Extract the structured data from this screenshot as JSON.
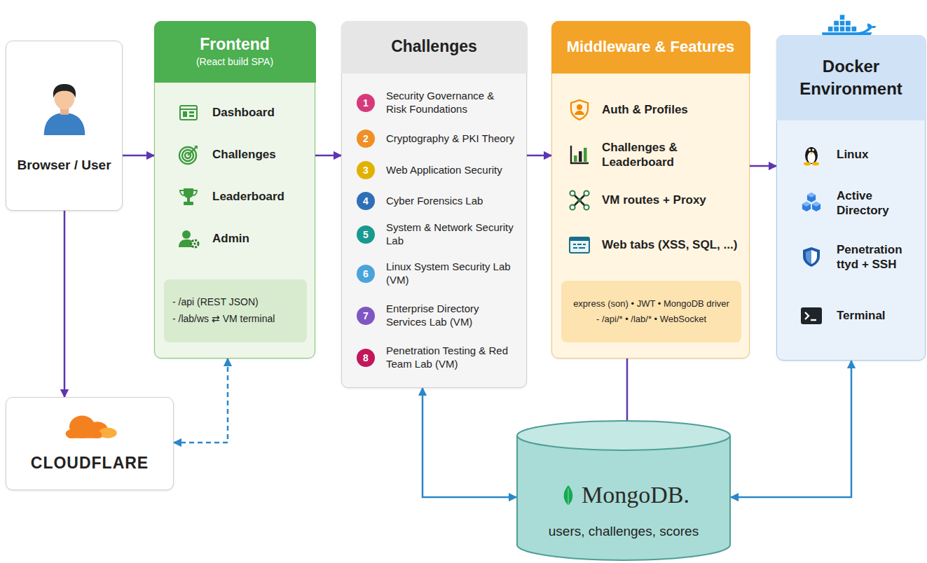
{
  "diagram": {
    "nodes": [
      {
        "text": [
          "Browser / User"
        ]
      },
      {
        "text": [
          "Frontend",
          "(React build SPA)",
          "Dashboard",
          "Challenges",
          "Leaderboard",
          "Admin"
        ]
      },
      {
        "text": [
          "- /api (REST JSON)",
          "- /lab/ws ⇄ VM terminal"
        ],
        "in": 1
      },
      {
        "text": [
          "Challenges",
          "Security Governance & Risk Foundations",
          "Cryptography & PKI Theory",
          "Web Application Security",
          "Cyber Forensics Lab",
          "System & Network Security Lab",
          "Linux System Security Lab (VM)",
          "Enterprise Directory Services Lab (VM)",
          "Penetration Testing & Red Team Lab (VM)"
        ]
      },
      {
        "text": [
          "1"
        ],
        "in": 3
      },
      {
        "text": [
          "2"
        ],
        "in": 3
      },
      {
        "text": [
          "3"
        ],
        "in": 3
      },
      {
        "text": [
          "4"
        ],
        "in": 3
      },
      {
        "text": [
          "5"
        ],
        "in": 3
      },
      {
        "text": [
          "6"
        ],
        "in": 3
      },
      {
        "text": [
          "7"
        ],
        "in": 3
      },
      {
        "text": [
          "8"
        ],
        "in": 3
      },
      {
        "text": [
          "Middleware & Features",
          "Auth & Profiles",
          "Challenges & Leaderboard",
          "VM routes + Proxy",
          "Web tabs (XSS, SQL, ...)"
        ]
      },
      {
        "text": [
          "express (son) • JWT • MongoDB driver",
          "- /api/* • /lab/* • WebSocket"
        ],
        "in": 12
      },
      {
        "text": [
          "Docker Environment",
          "Linux",
          "Active Directory",
          "Penetration ttyd + SSH",
          "Terminal"
        ]
      },
      {
        "text": [
          "CLOUDFLARE"
        ]
      },
      {
        "text": [
          "MongoDB.",
          "users, challenges, scores"
        ]
      }
    ],
    "edges": [
      {
        "from": 0,
        "to": 1,
        "arrow": "to"
      },
      {
        "from": 1,
        "to": 3,
        "arrow": "to"
      },
      {
        "from": 3,
        "to": 12,
        "arrow": "to"
      },
      {
        "from": 12,
        "to": 14,
        "arrow": "to"
      },
      {
        "from": 0,
        "to": 15,
        "arrow": "to"
      },
      {
        "from": 1,
        "to": 15,
        "arrow": "both"
      },
      {
        "from": 3,
        "to": 16,
        "arrow": "both"
      },
      {
        "from": 12,
        "to": 16,
        "arrow": "to"
      },
      {
        "from": 14,
        "to": 16,
        "arrow": "both"
      }
    ]
  }
}
